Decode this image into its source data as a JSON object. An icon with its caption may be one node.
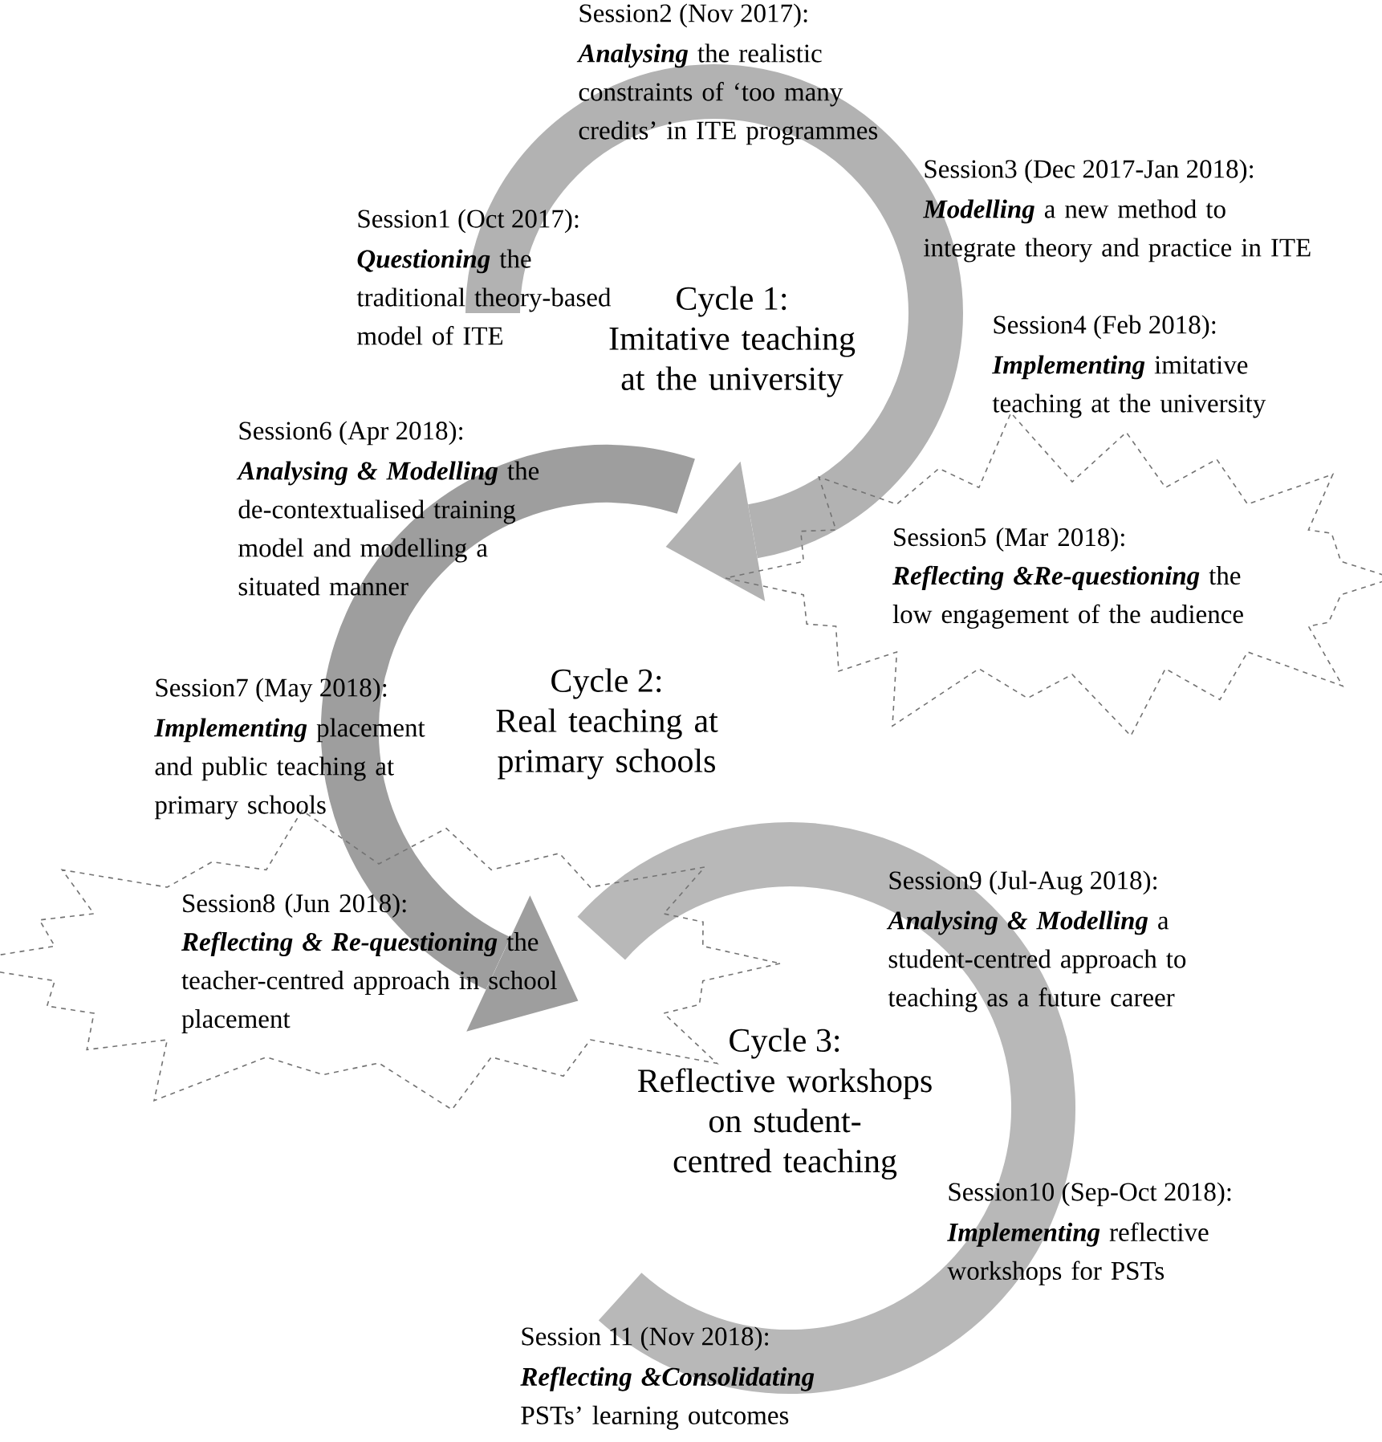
{
  "diagram": {
    "nodes": [
      {
        "text": [
          "Session5 (Mar 2018):",
          "**Reflecting &Re-questioning** the low engagement of the audience"
        ]
      },
      {
        "text": [
          "Session8 (Jun 2018):",
          "**Reflecting & Re-questioning** the teacher-centred approach in school placement"
        ]
      }
    ],
    "labels": [
      "Session2 (Nov 2017):",
      "**Analysing** the realistic constraints of ‘too many credits’ in ITE programmes",
      "Session1 (Oct 2017):",
      "**Questioning** the traditional theory-based model of ITE",
      "Session3 (Dec 2017-Jan 2018):",
      "**Modelling** a new method to integrate theory and practice in ITE",
      "Cycle 1:",
      "Imitative teaching at the university",
      "Session4 (Feb 2018):",
      "**Implementing** imitative teaching at the university",
      "Session6 (Apr 2018):",
      "**Analysing & Modelling** the de-contextualised training model and modelling a situated manner",
      "Session7 (May 2018):",
      "**Implementing** placement and public teaching at primary schools",
      "Cycle 2:",
      "Real teaching at primary schools",
      "Session9 (Jul-Aug 2018):",
      "**Analysing & Modelling** a student-centred approach to teaching as a future career",
      "Cycle 3:",
      "Reflective workshops on student-centred teaching",
      "Session10 (Sep-Oct 2018):",
      "**Implementing** reflective workshops for PSTs",
      "Session 11 (Nov 2018):",
      "**Reflecting &Consolidating** PSTs’ learning outcomes"
    ]
  }
}
